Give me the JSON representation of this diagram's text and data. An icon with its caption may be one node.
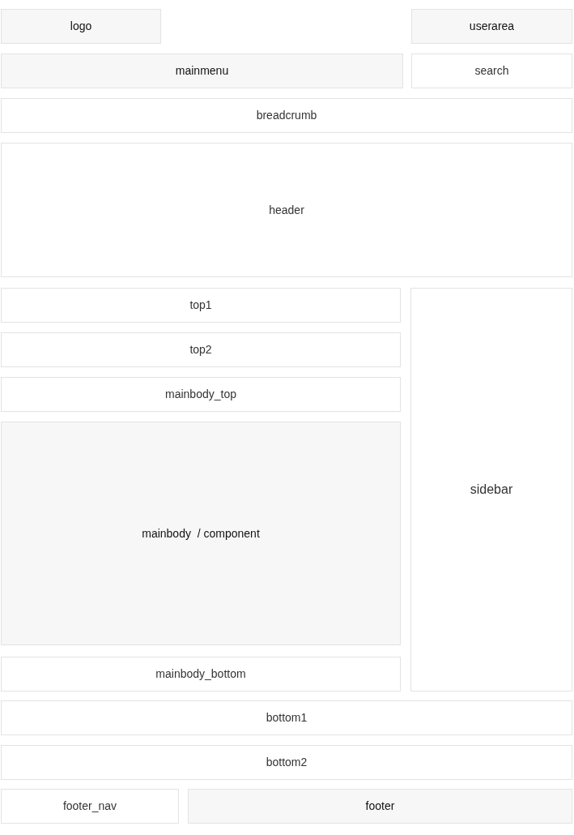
{
  "diagram": {
    "nodes": [
      {
        "text": [
          "logo"
        ]
      },
      {
        "text": [
          "userarea"
        ]
      },
      {
        "text": [
          "mainmenu"
        ]
      },
      {
        "text": [
          "search"
        ]
      },
      {
        "text": [
          "breadcrumb"
        ]
      },
      {
        "text": [
          "header"
        ]
      },
      {
        "text": [
          "top1"
        ]
      },
      {
        "text": [
          "top2"
        ]
      },
      {
        "text": [
          "mainbody_top"
        ]
      },
      {
        "text": [
          "mainbody  / component"
        ]
      },
      {
        "text": [
          "mainbody_bottom"
        ]
      },
      {
        "text": [
          "sidebar"
        ]
      },
      {
        "text": [
          "bottom1"
        ]
      },
      {
        "text": [
          "bottom2"
        ]
      },
      {
        "text": [
          "footer_nav"
        ]
      },
      {
        "text": [
          "footer"
        ]
      }
    ],
    "edges": []
  }
}
